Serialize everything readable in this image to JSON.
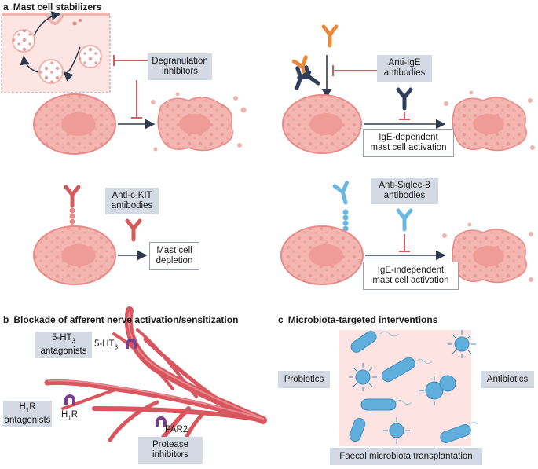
{
  "panel_a": {
    "letter": "a",
    "title": "Mast cell stabilizers",
    "degranulation": {
      "line1": "Degranulation",
      "line2": "inhibitors"
    },
    "anti_ige": {
      "line1": "Anti-IgE",
      "line2": "antibodies"
    },
    "ige_dependent": {
      "line1": "IgE-dependent",
      "line2": "mast cell activation"
    },
    "anti_ckit": {
      "line1": "Anti-c-KIT",
      "line2": "antibodies"
    },
    "depletion": {
      "line1": "Mast cell",
      "line2": "depletion"
    },
    "anti_siglec8": {
      "line1": "Anti-Siglec-8",
      "line2": "antibodies"
    },
    "ige_independent": {
      "line1": "IgE-independent",
      "line2": "mast cell activation"
    }
  },
  "panel_b": {
    "letter": "b",
    "title": "Blockade of afferent nerve activation/sensitization",
    "ht3_antagonists": {
      "line1_pre": "5-HT",
      "line1_sub": "3",
      "line2": "antagonists"
    },
    "ht3_receptor": {
      "pre": "5-HT",
      "sub": "3"
    },
    "h1r_antagonists": {
      "line1_pre": "H",
      "line1_sub": "1",
      "line1_post": "R",
      "line2": "antagonists"
    },
    "h1r_receptor": {
      "pre": "H",
      "sub": "1",
      "post": "R"
    },
    "par2": "PAR2",
    "protease_inhibitors": {
      "line1": "Protease",
      "line2": "inhibitors"
    }
  },
  "panel_c": {
    "letter": "c",
    "title": "Microbiota-targeted interventions",
    "probiotics": "Probiotics",
    "antibiotics": "Antibiotics",
    "fmt": "Faecal microbiota transplantation"
  },
  "colors": {
    "cell": "#f3b6b1",
    "granule": "#e88a87",
    "inhibitor_red": "#d05b63",
    "arrow": "#2e3a4d",
    "label_box": "#d4dae3",
    "antibody_orange": "#e88a3c",
    "antibody_navy": "#2f3f5c",
    "antibody_red": "#d45a5a",
    "antibody_blue": "#6bb7de",
    "nerve": "#d9565e",
    "receptor": "#7a3e8e",
    "microbe": "#5faedc",
    "microbiota_bg": "#fde3e2"
  }
}
